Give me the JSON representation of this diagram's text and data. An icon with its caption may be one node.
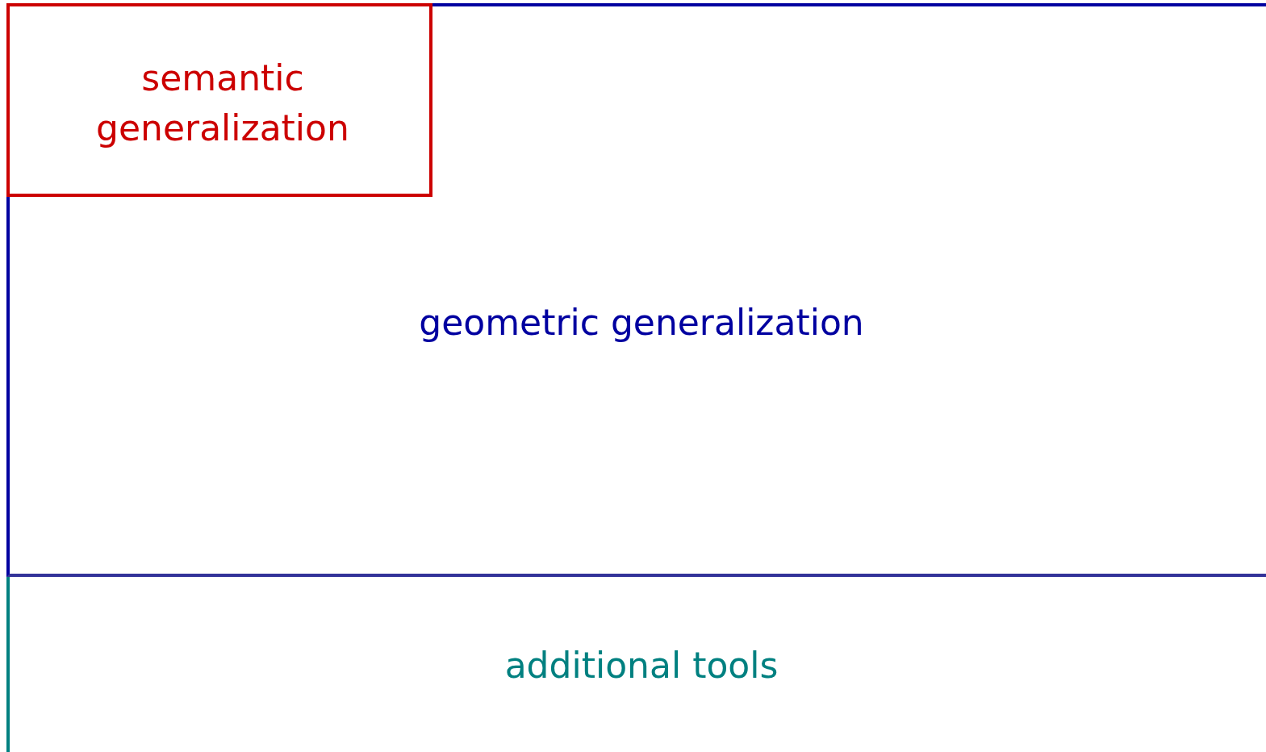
{
  "diagram": {
    "nodes": [
      {
        "text": [
          "geometric generalization"
        ]
      },
      {
        "text": [
          "semantic generalization"
        ],
        "in": 0
      },
      {
        "text": [
          "additional tools"
        ]
      }
    ]
  }
}
